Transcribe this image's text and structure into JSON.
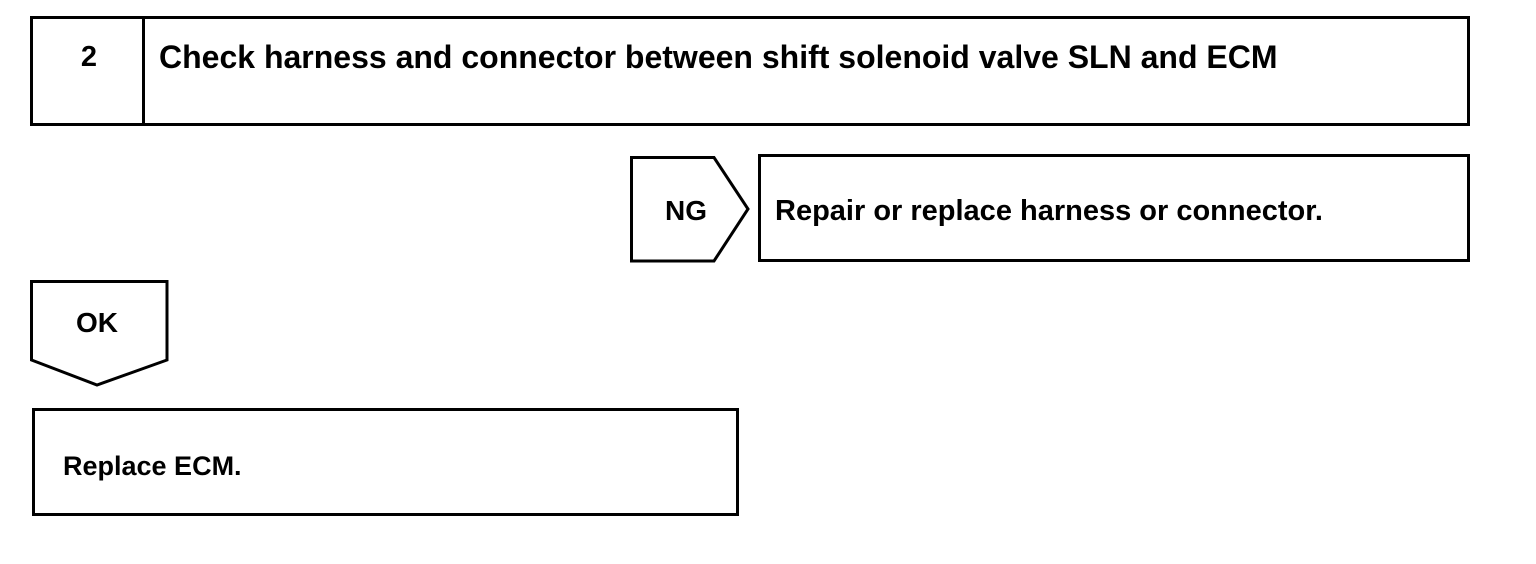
{
  "step": {
    "number": "2",
    "title": "Check harness and connector between shift solenoid valve SLN and ECM"
  },
  "ng_branch": {
    "label": "NG",
    "action": "Repair or replace harness or connector."
  },
  "ok_branch": {
    "label": "OK",
    "action": "Replace ECM."
  },
  "colors": {
    "line": "#000000",
    "background": "#ffffff"
  }
}
